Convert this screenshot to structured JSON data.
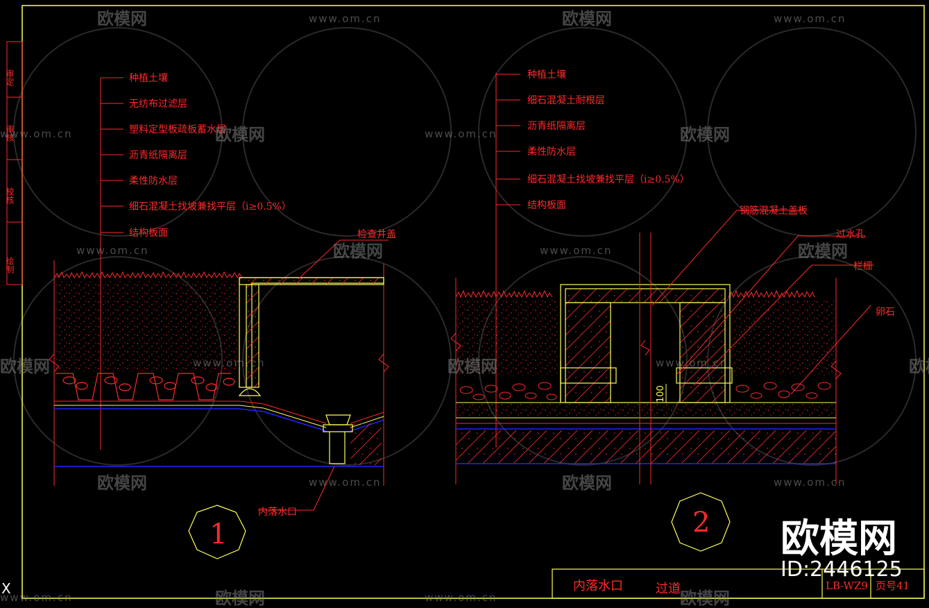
{
  "drawing": {
    "detail1": {
      "number": "1",
      "layers": [
        "种植土壤",
        "无纺布过滤层",
        "塑料定型板疏板蓄水层",
        "沥青纸隔离层",
        "柔性防水层",
        "细石混凝土找坡兼找平层（i≥0.5%）",
        "结构板面"
      ],
      "callout_cover": "检查井盖",
      "callout_drain": "内落水口"
    },
    "detail2": {
      "number": "2",
      "layers": [
        "种植土壤",
        "细石混凝土耐根层",
        "沥青纸隔离层",
        "柔性防水层",
        "细石混凝土找坡兼找平层（i≥0.5%）",
        "结构板面"
      ],
      "callout_slab": "钢筋混凝土盖板",
      "callout_hole": "过水孔",
      "callout_grate": "栏栅",
      "callout_gravel": "卵石",
      "dimension": "100"
    },
    "title_block": {
      "name1": "内落水口",
      "name2": "过道",
      "code": "LB-WZ9",
      "page": "页号41"
    },
    "side_bar": [
      "审定",
      "审核",
      "校核",
      "绘制"
    ],
    "corner_mark": "X"
  },
  "watermark": {
    "site": "www.om.cn",
    "brand": "欧模网",
    "id": "ID:2446125"
  },
  "colors": {
    "frame": "#ffff55",
    "annotation": "#ff2a2a",
    "fill_line": "#ffff55",
    "waterproof": "#2222ff",
    "background": "#000000"
  }
}
